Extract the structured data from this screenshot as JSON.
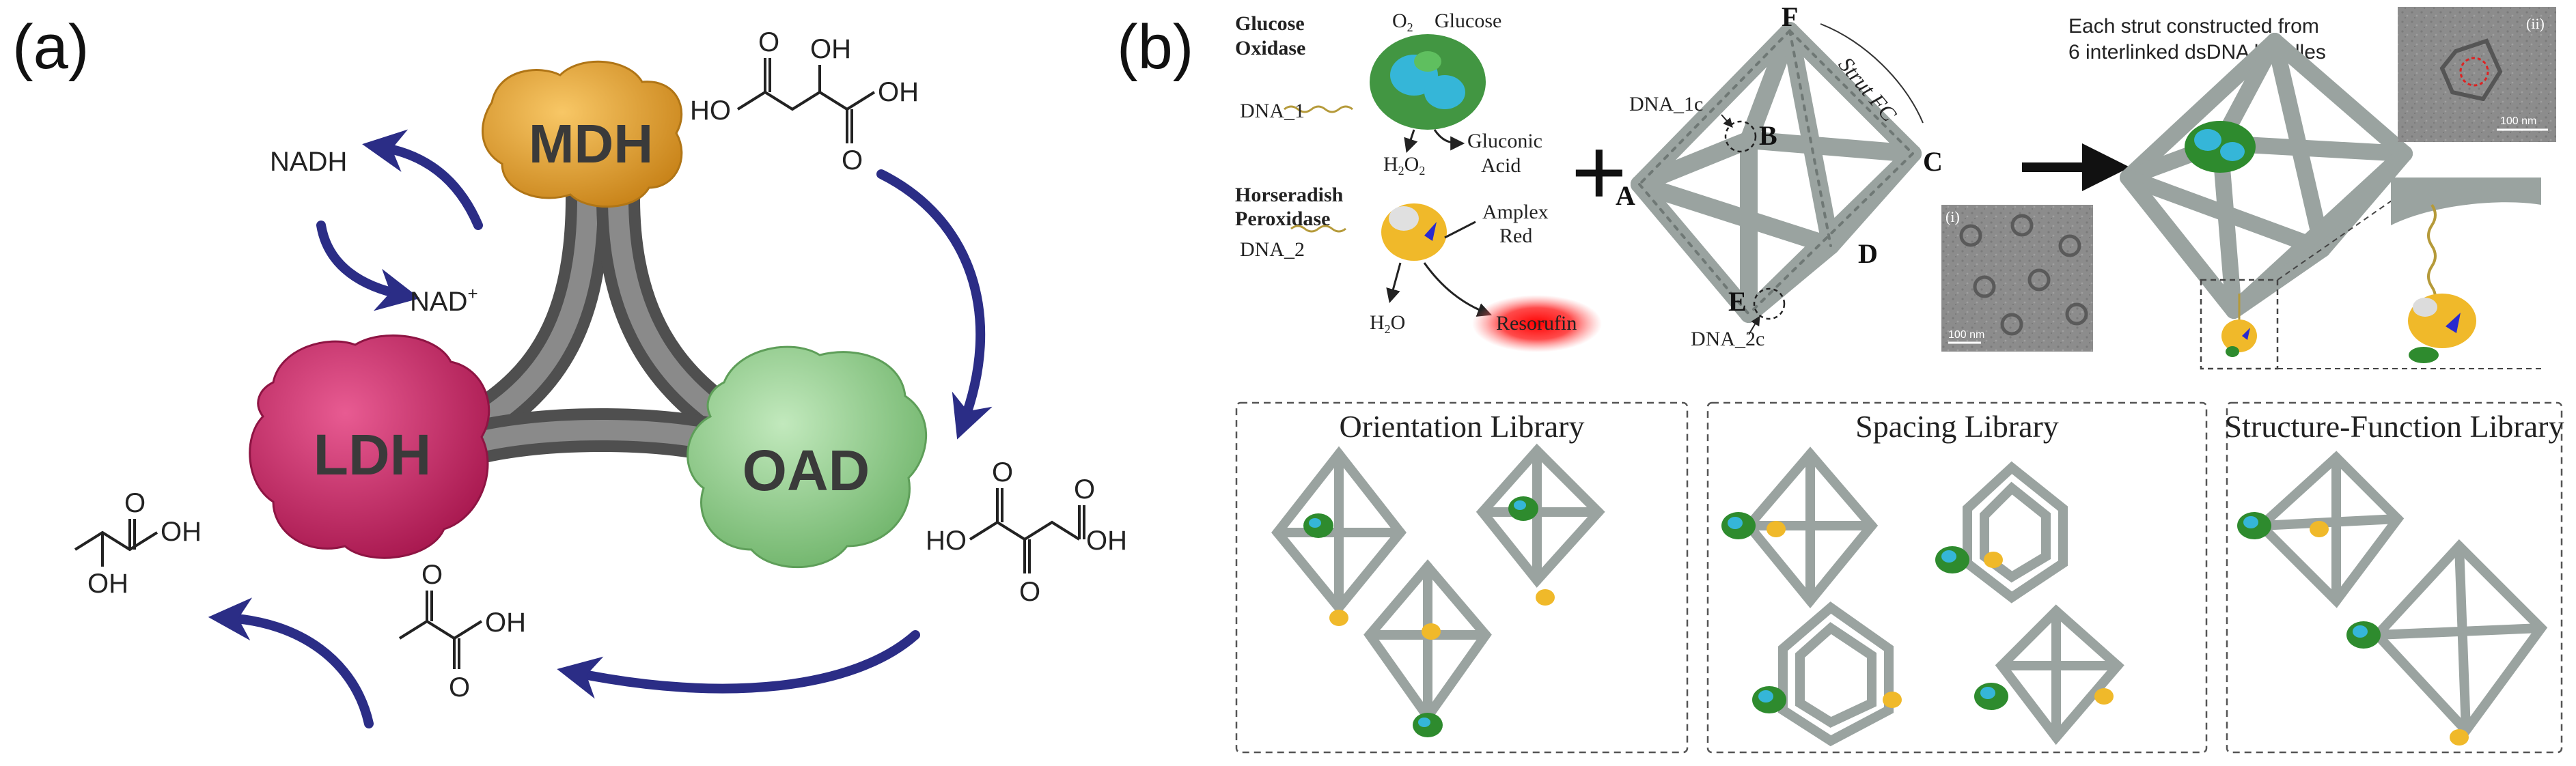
{
  "panel_a": {
    "label": "(a)",
    "enzymes": {
      "mdh": "MDH",
      "ldh": "LDH",
      "oad": "OAD"
    },
    "cofactors": {
      "nadh": "NADH",
      "nad": "NAD",
      "nad_sup": "+"
    },
    "atoms": {
      "malate_ho": "HO",
      "malate_oh_top": "OH",
      "malate_o1": "O",
      "malate_o2": "O",
      "malate_oh": "OH",
      "oaa_ho": "HO",
      "oaa_o1": "O",
      "oaa_o2": "O",
      "oaa_o3": "O",
      "oaa_oh": "OH",
      "pyr_o1": "O",
      "pyr_o2": "O",
      "pyr_oh": "OH",
      "lac_o": "O",
      "lac_oh": "OH",
      "lac_oh2": "OH"
    },
    "colors": {
      "mdh": "#e9a327",
      "ldh": "#d0336f",
      "oad": "#9fd49a",
      "arrow": "#2b2d86",
      "rod": "#6b6b6b"
    }
  },
  "panel_b": {
    "label": "(b)",
    "scheme": {
      "glucose_oxidase_1": "Glucose",
      "glucose_oxidase_2": "Oxidase",
      "o2": "O",
      "o2_sub": "2",
      "glucose": "Glucose",
      "dna1": "DNA_1",
      "h2o2_h": "H",
      "h2o2_sub1": "2",
      "h2o2_o": "O",
      "h2o2_sub2": "2",
      "gluconic_1": "Gluconic",
      "gluconic_2": "Acid",
      "hrp_1": "Horseradish",
      "hrp_2": "Peroxidase",
      "amplex_1": "Amplex",
      "amplex_2": "Red",
      "dna2": "DNA_2",
      "h2o_h": "H",
      "h2o_sub": "2",
      "h2o_o": "O",
      "resorufin": "Resorufin"
    },
    "plus": "+",
    "octahedron": {
      "vertices": {
        "a": "A",
        "b": "B",
        "c": "C",
        "d": "D",
        "e": "E",
        "f": "F"
      },
      "strut": "Strut FC",
      "dna1c": "DNA_1c",
      "dna2c": "DNA_2c"
    },
    "tem_i": {
      "label": "(i)",
      "scale": "100 nm"
    },
    "tem_ii": {
      "label": "(ii)",
      "scale": "100 nm"
    },
    "strut_note_1": "Each strut constructed from",
    "strut_note_2": "6 interlinked dsDNA bundles",
    "libraries": [
      {
        "title": "Orientation Library"
      },
      {
        "title": "Spacing Library"
      },
      {
        "title": "Structure-Function Library"
      }
    ],
    "colors": {
      "cage": "#9aa3a0",
      "enz_green": "#2e8b2e",
      "enz_blue": "#35b6d8",
      "enz_yellow": "#f0b92a",
      "resorufin": "#ff1a1a"
    }
  }
}
